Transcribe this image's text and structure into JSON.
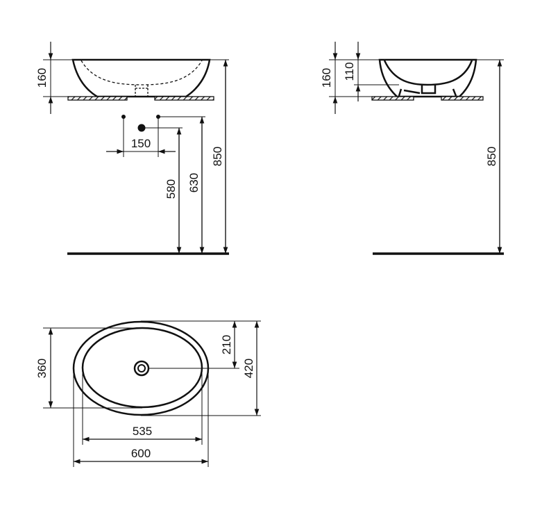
{
  "front_view": {
    "height_label": "160",
    "tap_spacing_label": "150",
    "tap_height_2_label": "580",
    "tap_height_1_label": "630",
    "top_height_label": "850"
  },
  "side_view": {
    "height_label": "160",
    "inner_depth_label": "110",
    "top_height_label": "850"
  },
  "plan_view": {
    "inner_width_label": "360",
    "drain_offset_label": "210",
    "outer_depth_label": "420",
    "inner_length_label": "535",
    "outer_length_label": "600"
  },
  "colors": {
    "line": "#111111"
  }
}
